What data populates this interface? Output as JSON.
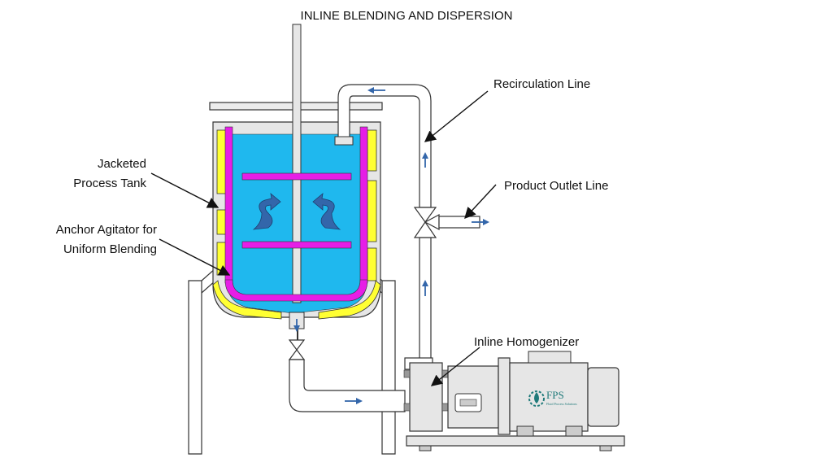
{
  "title": "INLINE BLENDING AND DISPERSION",
  "labels": {
    "recirculation_line": "Recirculation Line",
    "product_outlet_line": "Product Outlet Line",
    "jacketed_tank_1": "Jacketed",
    "jacketed_tank_2": "Process Tank",
    "anchor_agitator_1": "Anchor Agitator for",
    "anchor_agitator_2": "Uniform Blending",
    "inline_homogenizer": "Inline Homogenizer"
  },
  "logo": {
    "abbr": "FPS",
    "name": "Fluid Process Solutions"
  },
  "colors": {
    "liquid": "#1fb8ee",
    "agitator": "#e61ee6",
    "jacket": "#ffff33",
    "arrow": "#3366aa",
    "equipment": "#e6e6e6",
    "outline": "#333333"
  }
}
